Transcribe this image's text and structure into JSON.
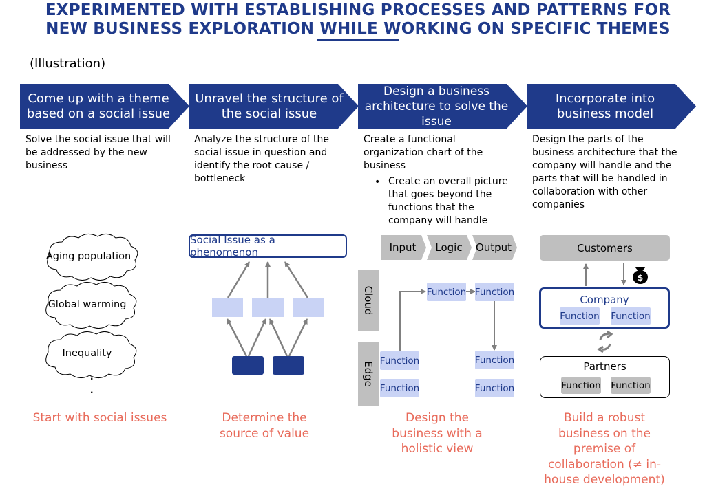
{
  "title": {
    "line1": "EXPERIMENTED WITH ESTABLISHING PROCESSES AND PATTERNS FOR",
    "line2": "NEW BUSINESS EXPLORATION WHILE WORKING ON SPECIFIC THEMES"
  },
  "subtitle": "(Illustration)",
  "colors": {
    "navy": "#1f3a8a",
    "light_blue": "#c9d3f5",
    "gray": "#bfbfbf",
    "coral": "#e86a5a"
  },
  "steps": [
    {
      "header": "Come up with a theme based on a social issue",
      "description": "Solve the social issue that will be addressed by the new business",
      "outcome": "Start with social issues"
    },
    {
      "header": "Unravel the structure of the social issue",
      "description": "Analyze the structure of the social issue in question and identify the root cause / bottleneck",
      "outcome": "Determine the source of value"
    },
    {
      "header": "Design a business architecture to solve the issue",
      "description": "Create a functional organization chart of the business",
      "bullet": "Create an overall picture that goes beyond the functions that the company will handle",
      "outcome": "Design the business with a holistic view"
    },
    {
      "header": "Incorporate into business model",
      "description": "Design the parts of the business architecture that the company will handle and the parts that will be handled in collaboration with other companies",
      "outcome": "Build a robust business on the premise of collaboration (≠ in-house development)"
    }
  ],
  "social_issues": [
    "Aging population",
    "Global warming",
    "Inequality"
  ],
  "ellipsis": "·",
  "phenomenon_label": "Social Issue as a phenomenon",
  "architecture": {
    "columns": [
      "Input",
      "Logic",
      "Output"
    ],
    "rows": [
      "Cloud",
      "Edge"
    ],
    "function_label": "Function"
  },
  "business_model": {
    "customers": "Customers",
    "company": "Company",
    "partners": "Partners",
    "function_label": "Function",
    "money_icon": "money-bag-icon",
    "cycle_icon": "rotate-arrows-icon"
  }
}
